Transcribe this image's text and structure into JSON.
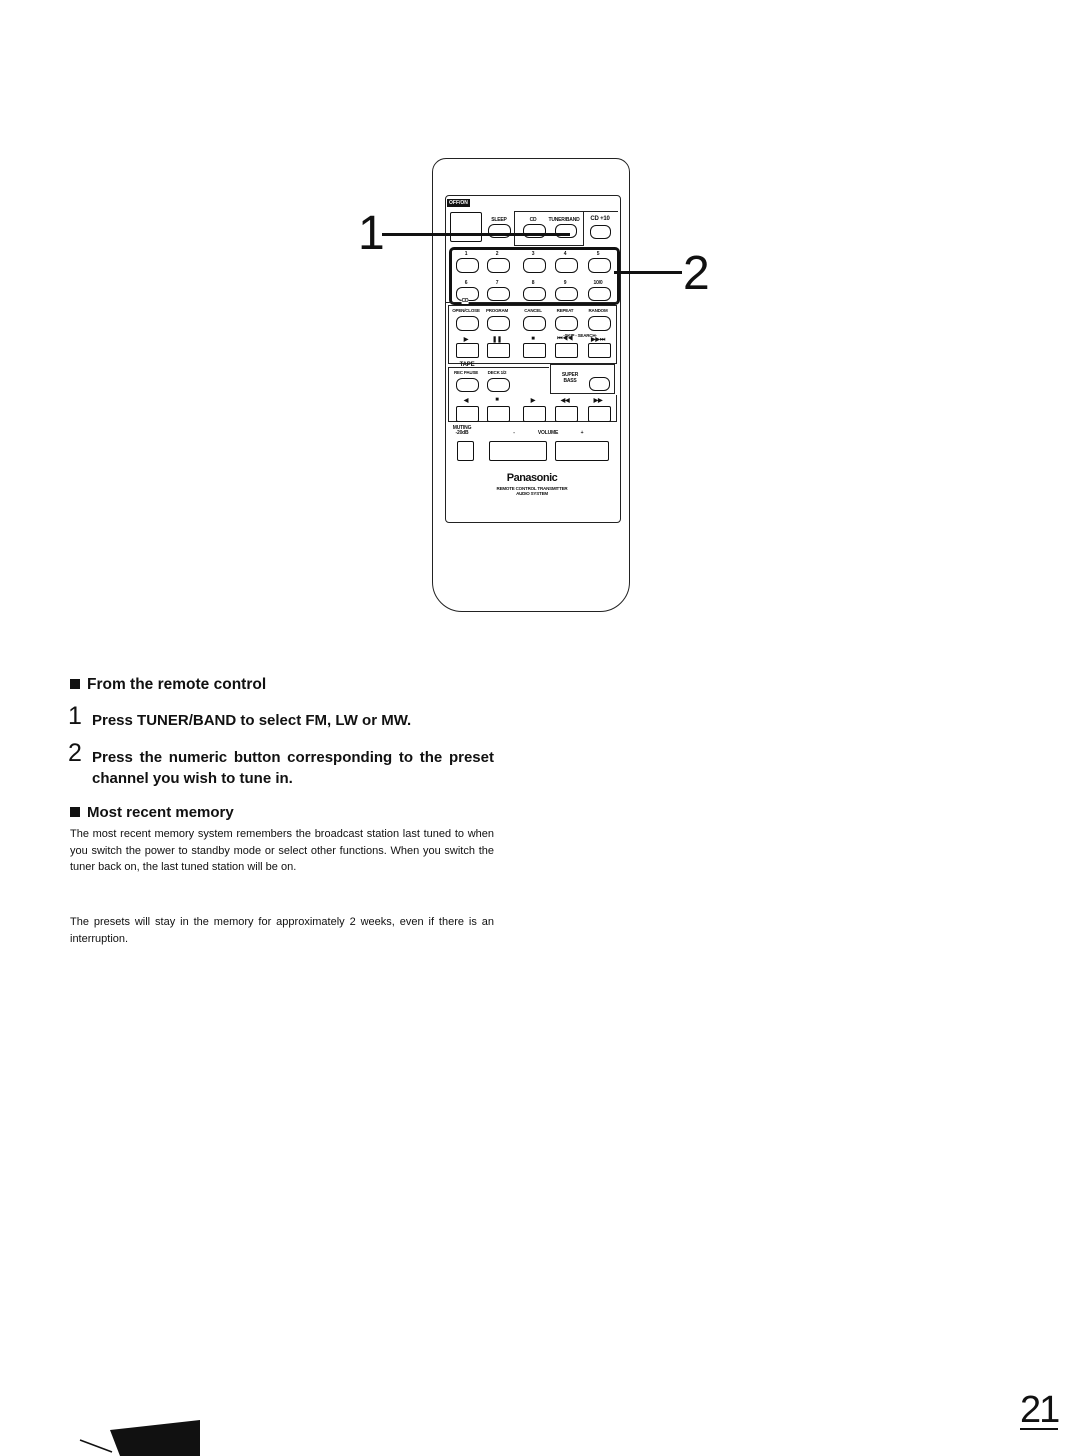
{
  "figure": {
    "callout_1": "1",
    "callout_2": "2",
    "remote": {
      "off_on": "OFF/ON",
      "sleep": "SLEEP",
      "cd": "CD",
      "tuner_band": "TUNER/BAND",
      "cd_plus10": "CD +10",
      "numeric_row1": [
        "1",
        "2",
        "3",
        "4",
        "5"
      ],
      "numeric_row2": [
        "6",
        "7",
        "8",
        "9",
        "10/0"
      ],
      "cd_section": "CD",
      "cd_row1": [
        "OPEN/CLOSE",
        "PROGRAM",
        "CANCEL",
        "REPEAT",
        "RANDOM"
      ],
      "skip_search": "-SKIP - SEARCH-",
      "cd_row2": [
        "▶",
        "❚❚",
        "■",
        "⏮◀◀",
        "▶▶⏭"
      ],
      "tape_section": "TAPE",
      "tape_row1": [
        "REC PAUSE",
        "DECK 1/2"
      ],
      "super_bass": "SUPER BASS",
      "tape_row2": [
        "◀",
        "■",
        "▶",
        "◀◀",
        "▶▶"
      ],
      "muting": "MUTING -20dB",
      "volume_minus": "-",
      "volume": "VOLUME",
      "volume_plus": "+",
      "brand": "Panasonic",
      "subtitle_1": "REMOTE CONTROL TRANSMITTER",
      "subtitle_2": "AUDIO SYSTEM"
    }
  },
  "content": {
    "section_title": "From the remote control",
    "step1_num": "1",
    "step1": "Press TUNER/BAND to select FM, LW or MW.",
    "step2_num": "2",
    "step2": "Press the numeric button corresponding to the preset channel you wish to tune in.",
    "memory_title": "Most recent memory",
    "memory_body": "The most recent memory system remembers the broadcast station last tuned to when you switch the power to standby mode or select other functions. When you switch the tuner back on, the last tuned station will be on.",
    "presets_note": "The presets will stay in the memory for approximately 2 weeks, even if there is an interruption."
  },
  "page_number": "21"
}
